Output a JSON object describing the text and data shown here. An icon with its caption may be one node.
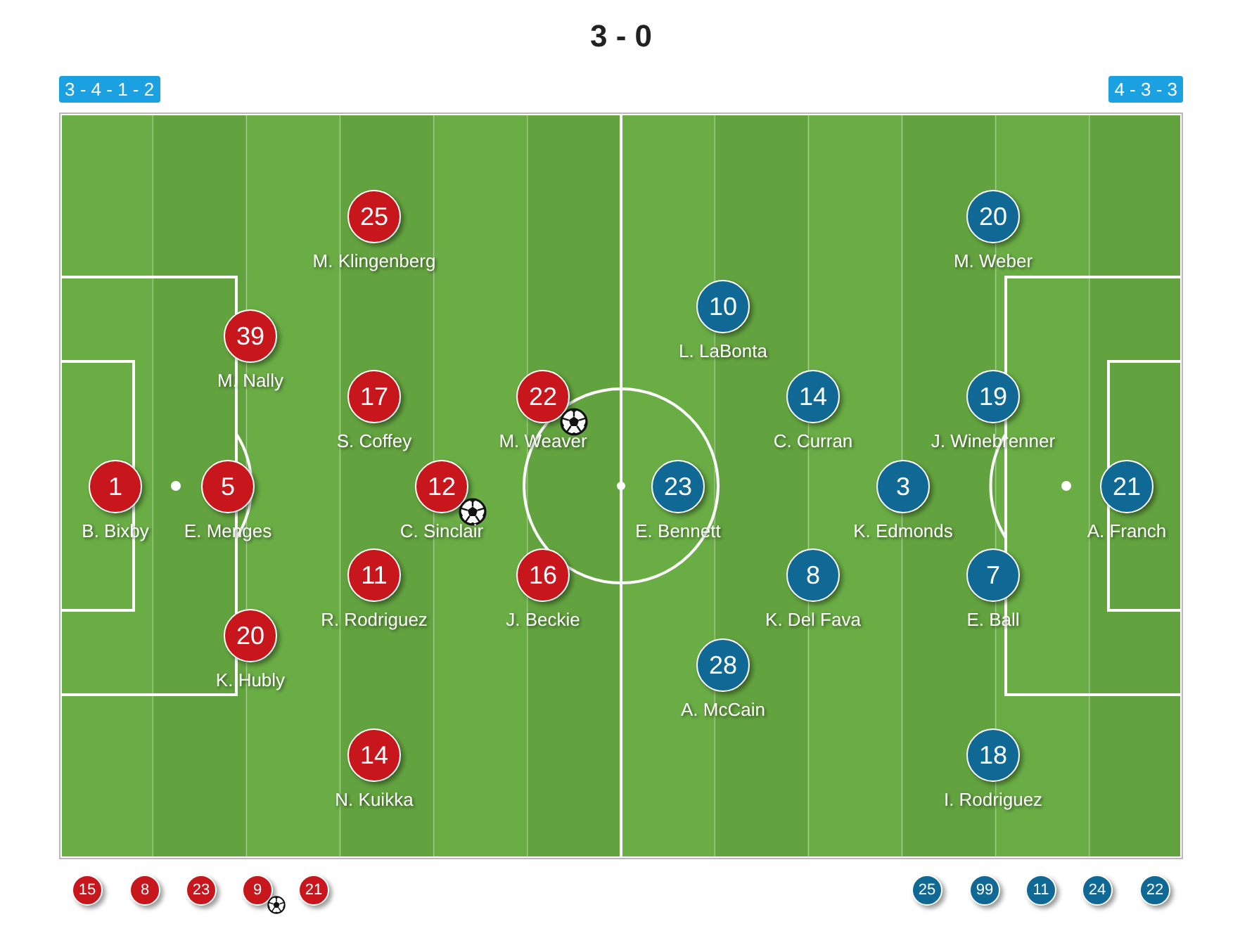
{
  "diagram": {
    "title": "3 - 0",
    "nodes": [
      {
        "text": [
          "1"
        ],
        "beside": [
          "B. Bixby"
        ]
      },
      {
        "text": [
          "5"
        ],
        "beside": [
          "E. Menges"
        ]
      },
      {
        "text": [
          "39"
        ],
        "beside": [
          "M. Nally"
        ]
      },
      {
        "text": [
          "20"
        ],
        "beside": [
          "K. Hubly"
        ]
      },
      {
        "text": [
          "25"
        ],
        "beside": [
          "M. Klingenberg"
        ]
      },
      {
        "text": [
          "17"
        ],
        "beside": [
          "S. Coffey"
        ]
      },
      {
        "text": [
          "11"
        ],
        "beside": [
          "R. Rodriguez"
        ]
      },
      {
        "text": [
          "14"
        ],
        "beside": [
          "N. Kuikka"
        ]
      },
      {
        "text": [
          "12"
        ],
        "beside": [
          "C. Sinclair"
        ]
      },
      {
        "text": [
          "22"
        ],
        "beside": [
          "M. Weaver"
        ]
      },
      {
        "text": [
          "16"
        ],
        "beside": [
          "J. Beckie"
        ]
      },
      {
        "text": [
          "23"
        ],
        "beside": [
          "E. Bennett"
        ]
      },
      {
        "text": [
          "10"
        ],
        "beside": [
          "L. LaBonta"
        ]
      },
      {
        "text": [
          "28"
        ],
        "beside": [
          "A. McCain"
        ]
      },
      {
        "text": [
          "14"
        ],
        "beside": [
          "C. Curran"
        ]
      },
      {
        "text": [
          "8"
        ],
        "beside": [
          "K. Del Fava"
        ]
      },
      {
        "text": [
          "3"
        ],
        "beside": [
          "K. Edmonds"
        ]
      },
      {
        "text": [
          "20"
        ],
        "beside": [
          "M. Weber"
        ]
      },
      {
        "text": [
          "19"
        ],
        "beside": [
          "J. Winebrenner"
        ]
      },
      {
        "text": [
          "7"
        ],
        "beside": [
          "E. Ball"
        ]
      },
      {
        "text": [
          "18"
        ],
        "beside": [
          "I. Rodriguez"
        ]
      },
      {
        "text": [
          "21"
        ],
        "beside": [
          "A. Franch"
        ]
      },
      {
        "text": [
          "15"
        ]
      },
      {
        "text": [
          "8"
        ]
      },
      {
        "text": [
          "23"
        ]
      },
      {
        "text": [
          "9"
        ]
      },
      {
        "text": [
          "21"
        ]
      },
      {
        "text": [
          "25"
        ]
      },
      {
        "text": [
          "99"
        ]
      },
      {
        "text": [
          "11"
        ]
      },
      {
        "text": [
          "24"
        ]
      },
      {
        "text": [
          "22"
        ]
      }
    ],
    "labels": [
      "3 - 4 - 1 - 2",
      "4 - 3 - 3"
    ]
  }
}
